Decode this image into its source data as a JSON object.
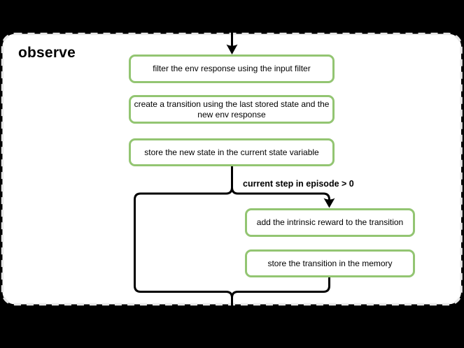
{
  "title": "observe",
  "diagram": {
    "nodes": [
      {
        "id": "filter-env-response",
        "label": "filter the env response using the input filter"
      },
      {
        "id": "create-transition",
        "label": "create a transition using the last stored state and the new env response"
      },
      {
        "id": "store-new-state",
        "label": "store the new state in the current state variable"
      },
      {
        "id": "add-intrinsic-reward",
        "label": "add the intrinsic reward to the transition"
      },
      {
        "id": "store-transition",
        "label": "store the transition in the memory"
      }
    ],
    "condition_label": "current step in episode > 0"
  },
  "colors": {
    "canvas_bg": "#000000",
    "panel_bg": "#ffffff",
    "panel_border": "#e8e8e8",
    "node_border": "#93c572",
    "node_fill": "#ffffff",
    "edge": "#000000",
    "text": "#000000"
  }
}
